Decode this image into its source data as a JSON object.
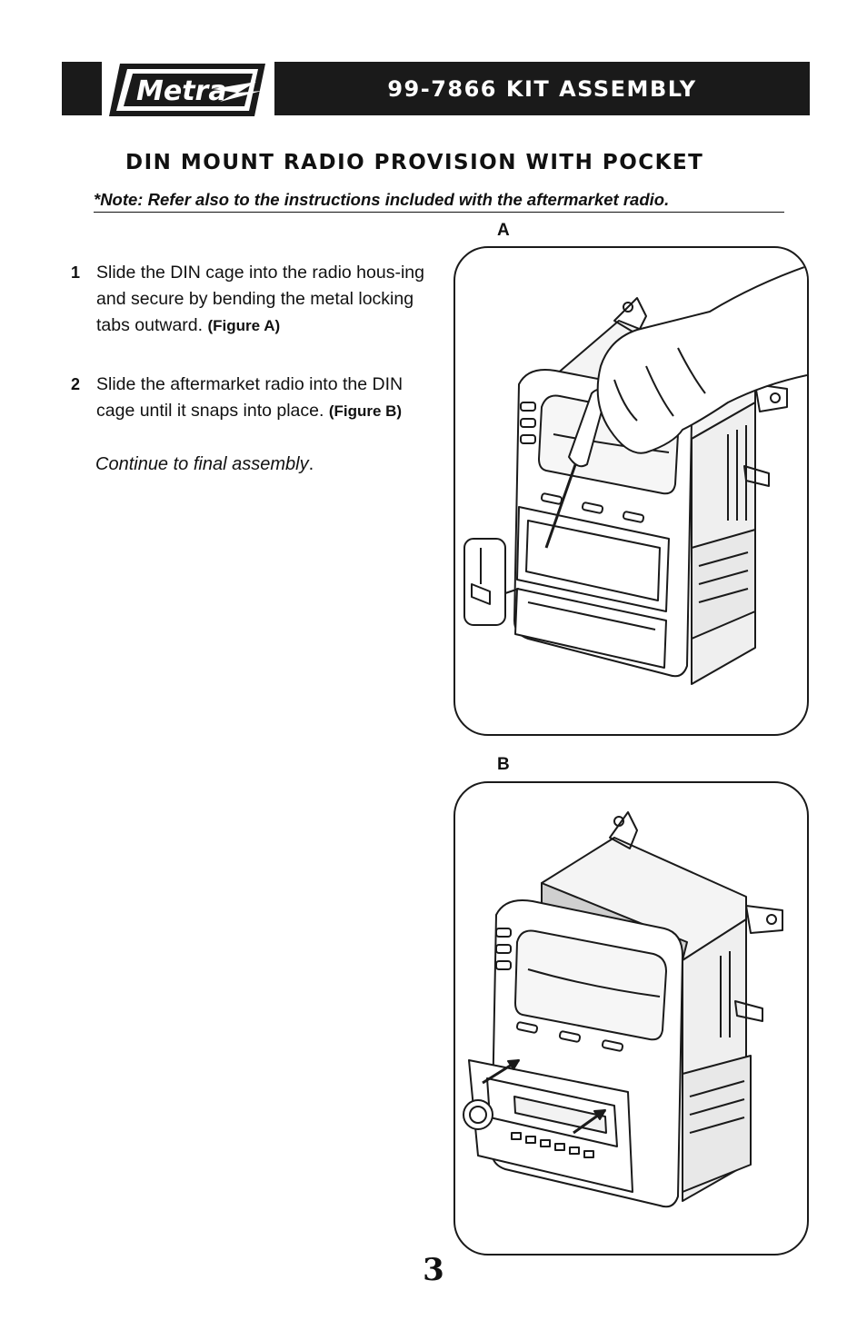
{
  "header": {
    "logo_text": "Metra",
    "title": "99-7866 KIT ASSEMBLY"
  },
  "section": {
    "title": "DIN MOUNT RADIO PROVISION WITH POCKET",
    "note": "*Note:  Refer also to the instructions included with the aftermarket radio."
  },
  "steps": [
    {
      "number": "1",
      "text": "Slide the DIN cage into the radio hous-ing and secure by bending the metal locking tabs outward.",
      "ref": "(Figure A)"
    },
    {
      "number": "2",
      "text": "Slide the aftermarket radio into the DIN cage until it snaps into place.",
      "ref": "(Figure B)"
    }
  ],
  "continue_text": "Continue to final assembly",
  "continue_period": ".",
  "figures": {
    "a_label": "A",
    "b_label": "B"
  },
  "page_number": "3"
}
